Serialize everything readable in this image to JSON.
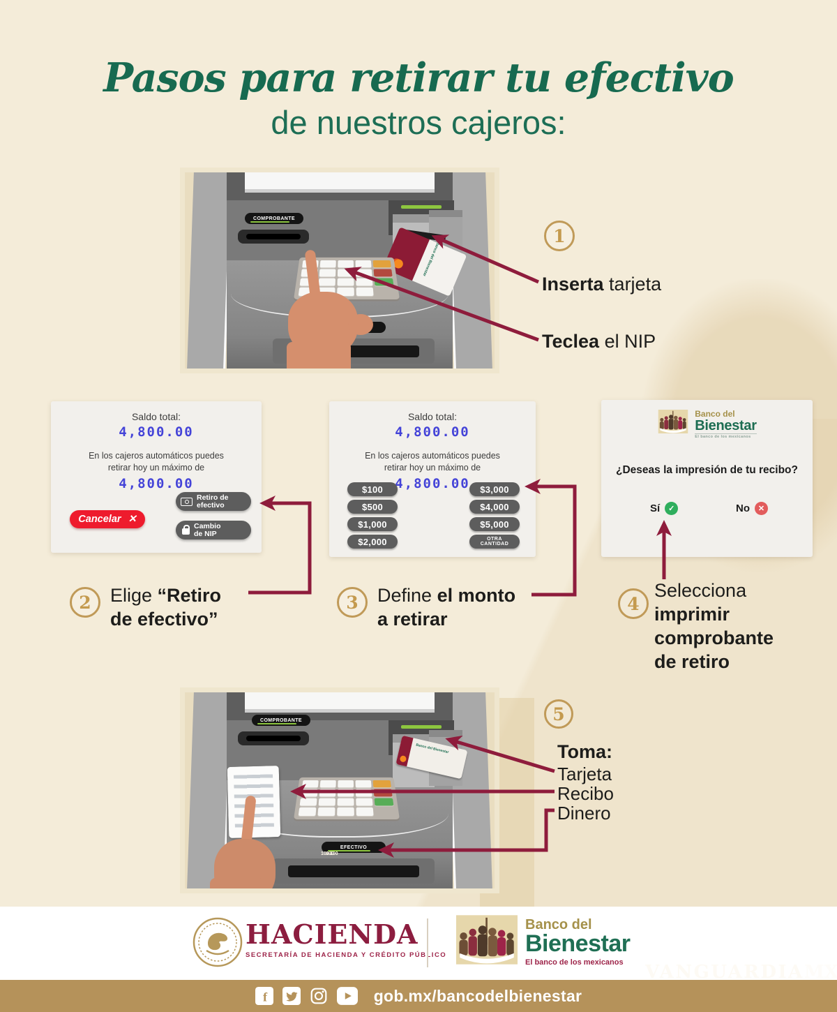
{
  "title": {
    "line1": "Pasos para retirar tu efectivo",
    "line2": "de nuestros cajeros:"
  },
  "colors": {
    "background": "#f4ecd9",
    "title_green": "#176a50",
    "arrow_maroon": "#8e1c3c",
    "step_gold": "#c09a58",
    "cancel_red": "#ee1b2d",
    "amount_blue": "#4443d8",
    "button_gray": "#5d5d5d",
    "bar_gold": "#b5925a",
    "bienestar_green": "#1f6f54",
    "hacienda_maroon": "#8c1d3f"
  },
  "atm": {
    "comprobante": "COMPROBANTE",
    "efectivo": "EFECTIVO",
    "card_brand": "Banco del Bienestar",
    "bill": "100"
  },
  "steps": {
    "s1": {
      "num": "1",
      "l1b": "Inserta",
      "l1r": " tarjeta",
      "l2b": "Teclea",
      "l2r": " el NIP"
    },
    "s2": {
      "num": "2",
      "pre": "Elige ",
      "b1": "“Retiro",
      "b2": "de efectivo”"
    },
    "s3": {
      "num": "3",
      "pre": "Define ",
      "b1": "el monto",
      "b2": "a retirar"
    },
    "s4": {
      "num": "4",
      "l1": "Selecciona",
      "l2": "imprimir",
      "l3": "comprobante",
      "l4": "de retiro"
    },
    "s5": {
      "num": "5",
      "title": "Toma:",
      "items": [
        "Tarjeta",
        "Recibo",
        "Dinero"
      ]
    }
  },
  "screens": {
    "balance": {
      "saldo_label": "Saldo total:",
      "saldo_value": "4,800.00",
      "line1": "En los cajeros automáticos puedes",
      "line2": "retirar hoy un máximo de",
      "max_value": "4,800.00"
    },
    "menu": {
      "cancel": "Cancelar",
      "cancel_x": "✕",
      "retiro1": "Retiro de",
      "retiro2": "efectivo",
      "cambio1": "Cambio",
      "cambio2": "de NIP"
    },
    "amounts": {
      "a1": "$100",
      "a2": "$500",
      "a3": "$1,000",
      "a4": "$2,000",
      "a5": "$3,000",
      "a6": "$4,000",
      "a7": "$5,000",
      "otra1": "OTRA",
      "otra2": "CANTIDAD"
    },
    "receipt": {
      "logo_top": "Banco del",
      "logo_main": "Bienestar",
      "logo_tag": "El banco de los mexicanos",
      "question": "¿Deseas la impresión de tu recibo?",
      "yes": "Sí",
      "no": "No"
    }
  },
  "footer": {
    "hacienda": {
      "name": "HACIENDA",
      "subtitle": "SECRETARÍA DE HACIENDA Y CRÉDITO PÚBLICO"
    },
    "bienestar": {
      "top": "Banco del",
      "main": "Bienestar",
      "tagline": "El banco de los mexicanos"
    }
  },
  "bottom_bar": {
    "url": "gob.mx/bancodelbienestar",
    "icons": [
      "facebook",
      "twitter",
      "instagram",
      "youtube"
    ]
  },
  "watermark": {
    "main": "VANGUARDIA",
    "suffix": "MX"
  }
}
